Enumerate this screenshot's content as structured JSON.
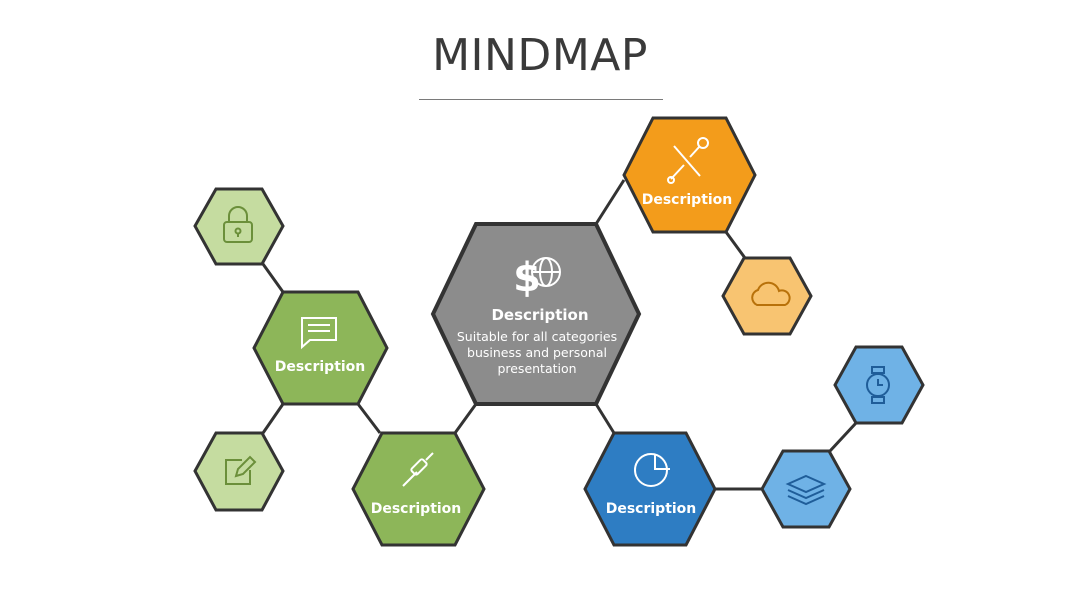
{
  "title": "MINDMAP",
  "colors": {
    "connector": "#333333",
    "green": "#8db659",
    "green_light": "#c5dca0",
    "gray": "#8c8c8c",
    "orange": "#f39c1b",
    "orange_light": "#f8c471",
    "blue": "#2e7dc3",
    "blue_light": "#6fb2e6",
    "label": "#ffffff",
    "icon_light": "#6b8f3a",
    "icon_orange": "#b8710a",
    "icon_blue": "#1f5d99"
  },
  "center": {
    "title": "Description",
    "subtitle_lines": [
      "Suitable for all categories",
      "business and personal",
      "presentation"
    ],
    "icon": "dollar-globe-icon"
  },
  "nodes": {
    "green_main": {
      "label": "Description",
      "icon": "chat-icon"
    },
    "green_bottom": {
      "label": "Description",
      "icon": "screwdriver-icon"
    },
    "orange_main": {
      "label": "Description",
      "icon": "tools-icon"
    },
    "blue_main": {
      "label": "Description",
      "icon": "pie-chart-icon"
    },
    "lock": {
      "icon": "lock-icon"
    },
    "edit": {
      "icon": "edit-icon"
    },
    "cloud": {
      "icon": "cloud-icon"
    },
    "layers": {
      "icon": "layers-icon"
    },
    "watch": {
      "icon": "watch-icon"
    }
  }
}
